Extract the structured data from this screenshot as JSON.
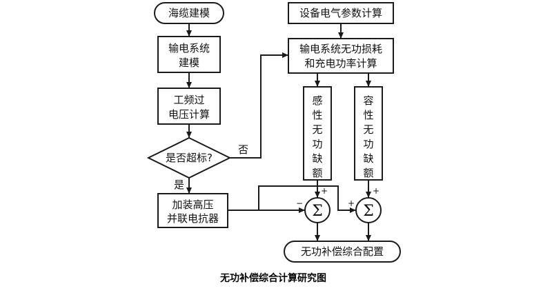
{
  "diagram": {
    "nodes": {
      "sea_cable_modeling": "海缆建模",
      "line_system_modeling": [
        "输电系统",
        "建模"
      ],
      "overvoltage_calc": [
        "工频过",
        "电压计算"
      ],
      "exceed_check": "是否超标?",
      "add_reactor": [
        "加装高压",
        "并联电抗器"
      ],
      "equipment_params": "设备电气参数计算",
      "reactive_loss_calc": [
        "输电系统无功损耗",
        "和充电功率计算"
      ],
      "inductive_deficit": [
        "感",
        "性",
        "无",
        "功",
        "缺",
        "额"
      ],
      "capacitive_deficit": [
        "容",
        "性",
        "无",
        "功",
        "缺",
        "额"
      ],
      "sum_symbol": "Σ",
      "final_config": "无功补偿综合配置"
    },
    "branch_labels": {
      "no": "否",
      "yes": "是"
    },
    "signs": {
      "minus": "−",
      "plus": "+"
    },
    "caption": "无功补偿综合计算研究图"
  }
}
